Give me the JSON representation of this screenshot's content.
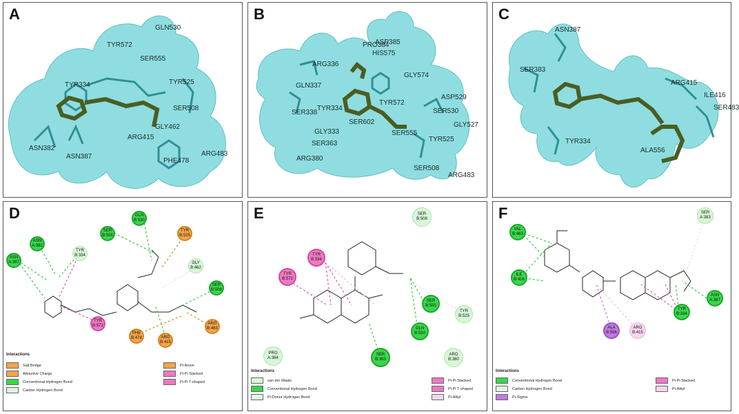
{
  "panels": {
    "A": {
      "letter": "A",
      "labels": [
        "TYR572",
        "GLN530",
        "SER555",
        "TYR334",
        "TYR525",
        "SER508",
        "GLY462",
        "ARG415",
        "ASN382",
        "ASN387",
        "ARG483",
        "PHE478"
      ]
    },
    "B": {
      "letter": "B",
      "labels": [
        "PRO384",
        "ASP385",
        "HIS575",
        "ARG336",
        "GLY574",
        "GLN337",
        "TYR334",
        "ASP529",
        "SER338",
        "TYR572",
        "SER530",
        "GLY333",
        "SER602",
        "SER555",
        "GLY527",
        "SER363",
        "TYR525",
        "ARG380",
        "SER508",
        "ARG483"
      ]
    },
    "C": {
      "letter": "C",
      "labels": [
        "ASN387",
        "SER383",
        "ARG415",
        "ILE416",
        "SER483",
        "TYR334",
        "ALA556"
      ]
    },
    "D": {
      "letter": "D",
      "nodes": [
        {
          "line1": "GLN",
          "line2": "B:530"
        },
        {
          "line1": "SER",
          "line2": "B:555"
        },
        {
          "line1": "TYR",
          "line2": "B:525"
        },
        {
          "line1": "ASN",
          "line2": "A:382"
        },
        {
          "line1": "TYR",
          "line2": "B:334"
        },
        {
          "line1": "GLY",
          "line2": "B:462"
        },
        {
          "line1": "ASN",
          "line2": "A:387"
        },
        {
          "line1": "SER",
          "line2": "B:508"
        },
        {
          "line1": "ARG",
          "line2": "B:483"
        },
        {
          "line1": "TYR",
          "line2": "B:572"
        },
        {
          "line1": "PHE",
          "line2": "B:478"
        },
        {
          "line1": "ARG",
          "line2": "B:415"
        }
      ],
      "legend_title": "Interactions",
      "legend": [
        {
          "label": "Salt Bridge",
          "color": "#f2a54a"
        },
        {
          "label": "Attractive Charge",
          "color": "#f2a54a"
        },
        {
          "label": "Conventional Hydrogen Bond",
          "color": "#39d64a"
        },
        {
          "label": "Carbon Hydrogen Bond",
          "color": "#d8f6d8"
        },
        {
          "label": "Pi-Anion",
          "color": "#f2a54a"
        },
        {
          "label": "Pi-Pi Stacked",
          "color": "#ee79c2"
        },
        {
          "label": "Pi-Pi T-shaped",
          "color": "#ee79c2"
        }
      ]
    },
    "E": {
      "letter": "E",
      "nodes": [
        {
          "line1": "SER",
          "line2": "B:508"
        },
        {
          "line1": "TYR",
          "line2": "B:334"
        },
        {
          "line1": "TYR",
          "line2": "B:572"
        },
        {
          "line1": "SER",
          "line2": "B:555"
        },
        {
          "line1": "TYR",
          "line2": "B:525"
        },
        {
          "line1": "GLN",
          "line2": "B:530"
        },
        {
          "line1": "PRO",
          "line2": "A:384"
        },
        {
          "line1": "SER",
          "line2": "B:363"
        },
        {
          "line1": "ARG",
          "line2": "B:380"
        }
      ],
      "legend_title": "Interactions",
      "legend": [
        {
          "label": "van der Waals",
          "color": "#d8f6d8"
        },
        {
          "label": "Conventional Hydrogen Bond",
          "color": "#39d64a"
        },
        {
          "label": "Pi-Donor Hydrogen Bond",
          "color": "#e4f7e4"
        },
        {
          "label": "Pi-Pi Stacked",
          "color": "#ee79c2"
        },
        {
          "label": "Pi-Pi T-shaped",
          "color": "#ee79c2"
        },
        {
          "label": "Pi-Alkyl",
          "color": "#f7d6ee"
        }
      ]
    },
    "F": {
      "letter": "F",
      "nodes": [
        {
          "line1": "SER",
          "line2": "A:383"
        },
        {
          "line1": "VAL",
          "line2": "B:463"
        },
        {
          "line1": "ILE",
          "line2": "B:416"
        },
        {
          "line1": "ASN",
          "line2": "A:387"
        },
        {
          "line1": "TYR",
          "line2": "B:334"
        },
        {
          "line1": "ALA",
          "line2": "B:556"
        },
        {
          "line1": "ARG",
          "line2": "B:415"
        }
      ],
      "legend_title": "Interactions",
      "legend": [
        {
          "label": "Conventional Hydrogen Bond",
          "color": "#39d64a"
        },
        {
          "label": "Carbon Hydrogen Bond",
          "color": "#e4f7e4"
        },
        {
          "label": "Pi-Sigma",
          "color": "#c07ae0"
        },
        {
          "label": "Pi-Pi Stacked",
          "color": "#ee79c2"
        },
        {
          "label": "Pi-Alkyl",
          "color": "#f7d6ee"
        }
      ]
    }
  }
}
